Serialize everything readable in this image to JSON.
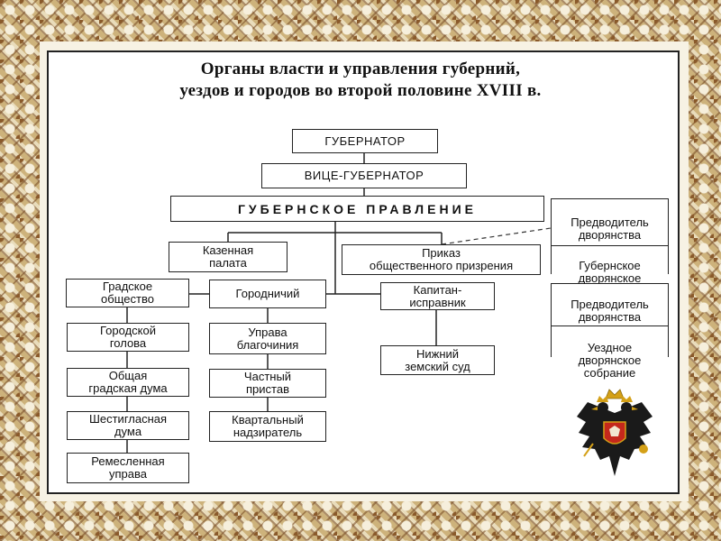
{
  "title": {
    "line1": "Органы власти и управления губерний,",
    "line2": "уездов и городов во второй половине XVIII в."
  },
  "nodes": {
    "governor": "ГУБЕРНАТОР",
    "vice_governor": "ВИЦЕ-ГУБЕРНАТОР",
    "provincial_board": "ГУБЕРНСКОЕ ПРАВЛЕНИЕ",
    "treasury_chamber": "Казенная\nпалата",
    "public_charity": "Приказ\nобщественного призрения",
    "city_society": "Градское\nобщество",
    "city_head": "Городской\nголова",
    "general_city_duma": "Общая\nградская дума",
    "six_voice_duma": "Шестигласная\nдума",
    "craft_council": "Ремесленная\nуправа",
    "gorodnichy": "Городничий",
    "deanery_board": "Управа\nблагочиния",
    "private_bailiff": "Частный\nпристав",
    "quarter_overseer": "Квартальный\nнадзиратель",
    "captain_ispravnik": "Капитан-\nисправник",
    "lower_zemsky_court": "Нижний\nземский суд",
    "noble_marshal_province": "Предводитель\nдворянства",
    "noble_assembly_province": "Губернское\nдворянское\nсобрание",
    "noble_marshal_district": "Предводитель\nдворянства",
    "noble_assembly_district": "Уездное\nдворянское\nсобрание"
  },
  "emblem": {
    "icon": "double-headed-eagle-icon",
    "colors": {
      "field": "#1a1a1a",
      "shield": "#c4281c",
      "crown": "#d4a017"
    }
  },
  "colors": {
    "frame": "#cdb27b",
    "ornament": "#8a5a2b",
    "line": "#222222"
  }
}
